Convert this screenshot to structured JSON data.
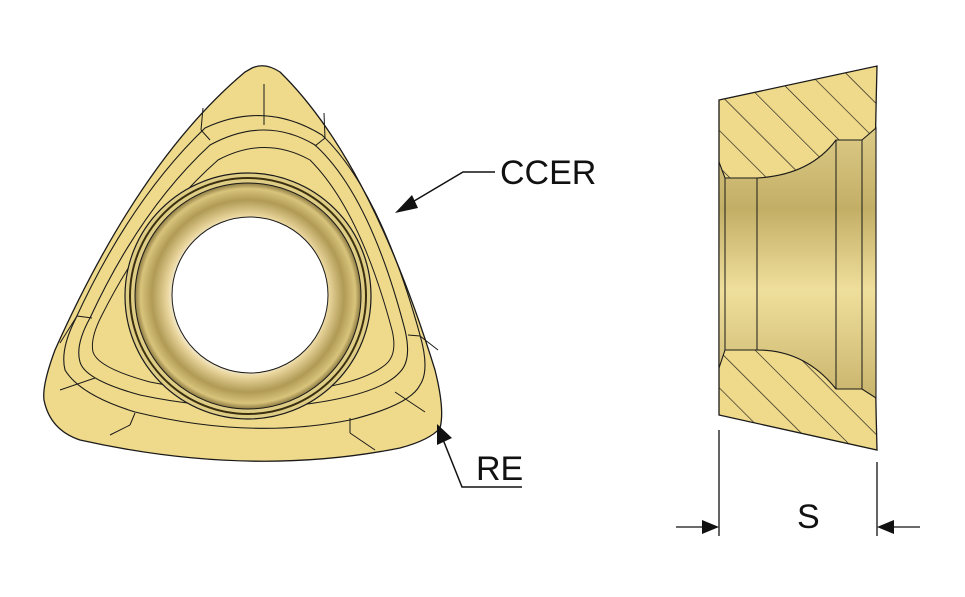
{
  "labels": {
    "corner_edge_radius": "CCER",
    "corner_radius": "RE",
    "thickness": "S"
  },
  "colors": {
    "insert_fill": "#efd98a",
    "insert_shade": "#c9b26a",
    "outline": "#1a1a1a",
    "background": "#ffffff"
  }
}
